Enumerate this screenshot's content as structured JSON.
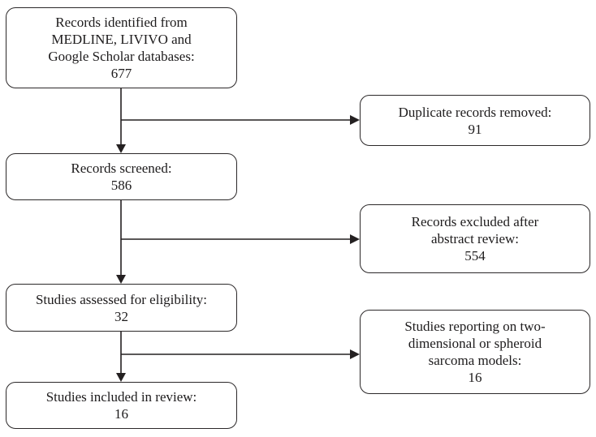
{
  "diagram": {
    "kind": "study-selection-flowchart",
    "colors": {
      "background": "#ffffff",
      "box_border": "#2b2829",
      "text": "#1d1b1c",
      "arrow": "#242021"
    },
    "nodes": {
      "identified": {
        "lines": [
          "Records identified from",
          "MEDLINE, LIVIVO and",
          "Google Scholar databases:",
          "677"
        ],
        "value": 677
      },
      "duplicates_removed": {
        "lines": [
          "Duplicate records removed:",
          "91"
        ],
        "value": 91
      },
      "screened": {
        "lines": [
          "Records screened:",
          "586"
        ],
        "value": 586
      },
      "excluded_after_abstract": {
        "lines": [
          "Records excluded after",
          "abstract review:",
          "554"
        ],
        "value": 554
      },
      "assessed": {
        "lines": [
          "Studies assessed for eligibility:",
          "32"
        ],
        "value": 32
      },
      "excluded_models": {
        "lines": [
          "Studies reporting on two-",
          "dimensional or spheroid",
          "sarcoma models:",
          "16"
        ],
        "value": 16
      },
      "included": {
        "lines": [
          "Studies included in review:",
          "16"
        ],
        "value": 16
      }
    },
    "edges": [
      {
        "from": "identified",
        "to": "screened",
        "direction": "down"
      },
      {
        "from": "identified",
        "to": "duplicates_removed",
        "direction": "right"
      },
      {
        "from": "screened",
        "to": "assessed",
        "direction": "down"
      },
      {
        "from": "screened",
        "to": "excluded_after_abstract",
        "direction": "right"
      },
      {
        "from": "assessed",
        "to": "included",
        "direction": "down"
      },
      {
        "from": "assessed",
        "to": "excluded_models",
        "direction": "right"
      }
    ]
  }
}
